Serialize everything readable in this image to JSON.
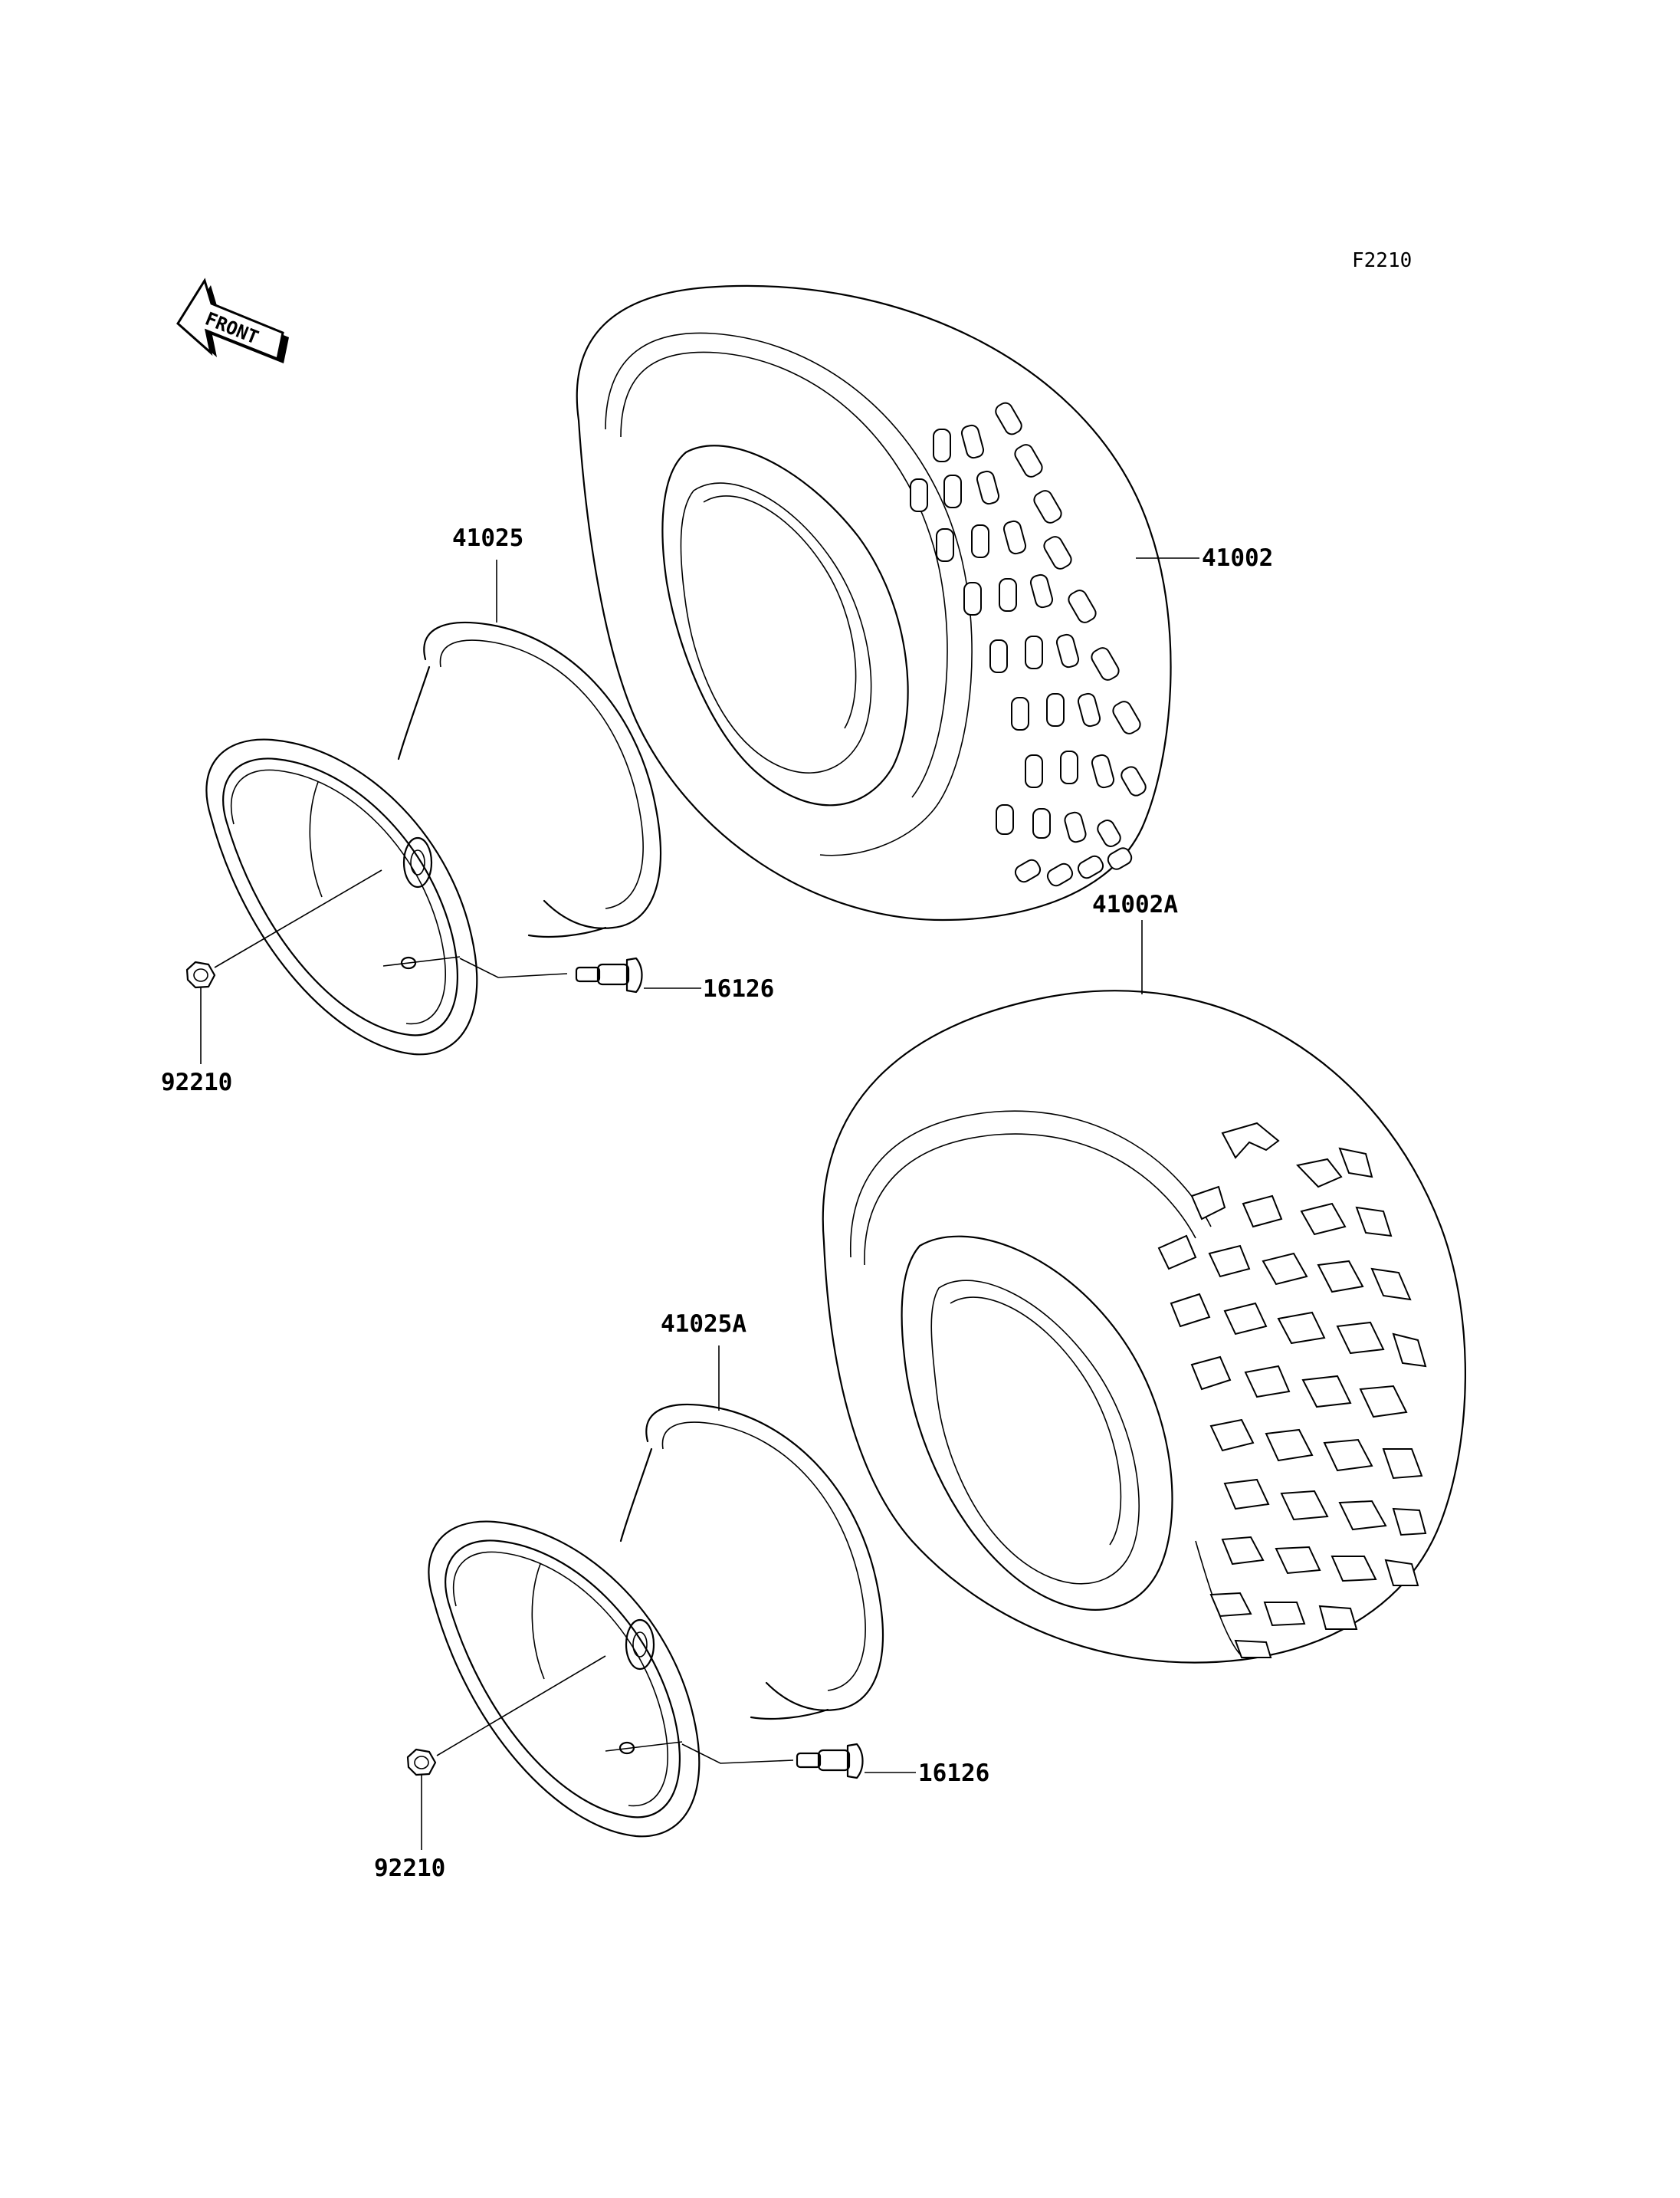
{
  "figure_code": "F2210",
  "front_arrow_label": "FRONT",
  "callouts": {
    "tire_front": "41002",
    "tire_rear": "41002A",
    "wheel_front": "41025",
    "wheel_rear": "41025A",
    "valve_front": "16126",
    "valve_rear": "16126",
    "nut_front": "92210",
    "nut_rear": "92210"
  }
}
